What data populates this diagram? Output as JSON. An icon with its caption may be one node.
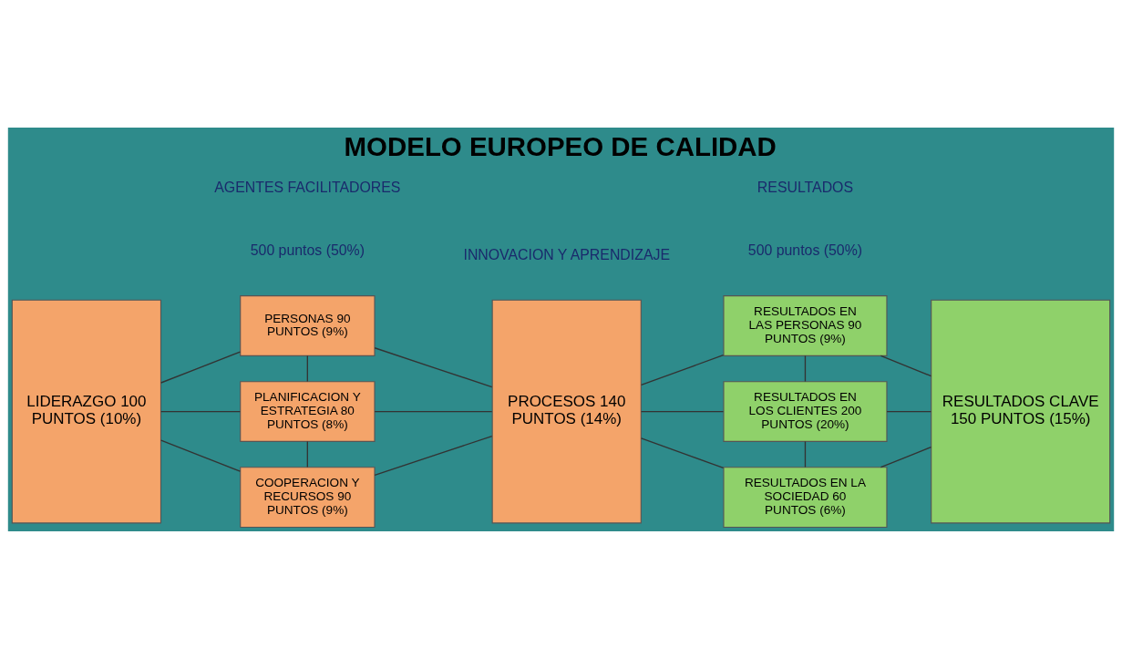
{
  "diagram": {
    "title": "MODELO EUROPEO DE CALIDAD",
    "nodes": [
      {
        "text": [
          "LIDERAZGO 100 PUNTOS (10%)"
        ]
      },
      {
        "text": [
          "PERSONAS 90 PUNTOS (9%)"
        ]
      },
      {
        "text": [
          "PLANIFICACION Y ESTRATEGIA 80 PUNTOS (8%)"
        ]
      },
      {
        "text": [
          "COOPERACION Y RECURSOS 90 PUNTOS (9%)"
        ]
      },
      {
        "text": [
          "PROCESOS 140 PUNTOS (14%)"
        ]
      },
      {
        "text": [
          "RESULTADOS EN LAS PERSONAS 90 PUNTOS (9%)"
        ]
      },
      {
        "text": [
          "RESULTADOS EN LOS CLIENTES 200 PUNTOS (20%)"
        ]
      },
      {
        "text": [
          "RESULTADOS EN LA SOCIEDAD 60 PUNTOS (6%)"
        ]
      },
      {
        "text": [
          "RESULTADOS CLAVE 150 PUNTOS (15%)"
        ]
      }
    ],
    "edges": [
      {
        "from": 0,
        "to": 1,
        "arrow": "none"
      },
      {
        "from": 0,
        "to": 2,
        "arrow": "none"
      },
      {
        "from": 0,
        "to": 3,
        "arrow": "none"
      },
      {
        "from": 1,
        "to": 2,
        "arrow": "none"
      },
      {
        "from": 2,
        "to": 3,
        "arrow": "none"
      },
      {
        "from": 1,
        "to": 4,
        "arrow": "none"
      },
      {
        "from": 2,
        "to": 4,
        "arrow": "none"
      },
      {
        "from": 3,
        "to": 4,
        "arrow": "none"
      },
      {
        "from": 4,
        "to": 5,
        "arrow": "none"
      },
      {
        "from": 4,
        "to": 6,
        "arrow": "none"
      },
      {
        "from": 4,
        "to": 7,
        "arrow": "none"
      },
      {
        "from": 5,
        "to": 6,
        "arrow": "none"
      },
      {
        "from": 6,
        "to": 7,
        "arrow": "none"
      },
      {
        "from": 5,
        "to": 8,
        "arrow": "none"
      },
      {
        "from": 6,
        "to": 8,
        "arrow": "none"
      },
      {
        "from": 7,
        "to": 8,
        "arrow": "none"
      }
    ],
    "labels": [
      "AGENTES FACILITADORES",
      "500 puntos (50%)",
      "RESULTADOS",
      "500 puntos (50%)",
      "INNOVACION Y APRENDIZAJE"
    ]
  }
}
